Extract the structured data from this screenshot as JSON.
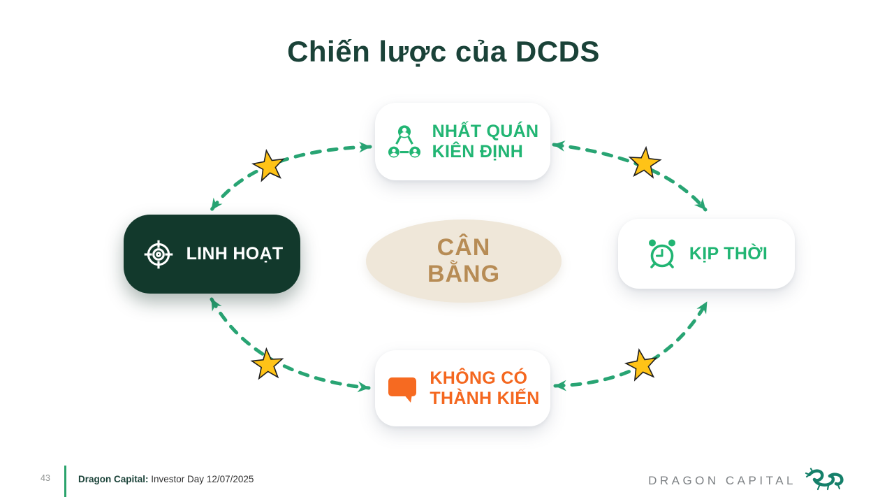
{
  "slide": {
    "title": "Chiến lược của DCDS"
  },
  "diagram": {
    "center": {
      "line1": "CÂN",
      "line2": "BẰNG"
    },
    "nodes": {
      "top": {
        "line1": "NHẤT QUÁN",
        "line2": "KIÊN ĐỊNH",
        "icon": "team-network-icon"
      },
      "right": {
        "line1": "KỊP THỜI",
        "icon": "alarm-clock-icon"
      },
      "bottom": {
        "line1": "KHÔNG CÓ",
        "line2": "THÀNH KIẾN",
        "icon": "speech-bubble-icon"
      },
      "left": {
        "line1": "LINH HOẠT",
        "icon": "target-icon"
      }
    },
    "star_count": 4
  },
  "footer": {
    "page_number": "43",
    "brand": "Dragon Capital:",
    "event": "Investor Day 12/07/2025",
    "logo_text": "DRAGON CAPITAL"
  },
  "colors": {
    "title_green": "#1A4238",
    "accent_green": "#21B573",
    "arrow_green": "#28A473",
    "accent_orange": "#F4671F",
    "dark_green_box": "#12392C",
    "beige_ellipse": "#EFE7D9",
    "gold_text": "#B78C55",
    "star_yellow": "#FFC317",
    "dragon_green": "#15806A"
  }
}
